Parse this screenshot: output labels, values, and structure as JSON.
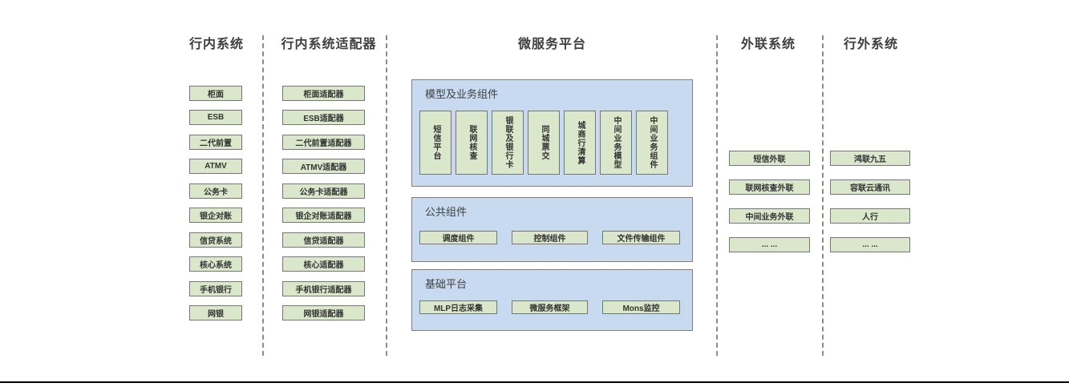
{
  "diagram": {
    "columns": [
      {
        "title": "行内系统",
        "items": [
          "柜面",
          "ESB",
          "二代前置",
          "ATMV",
          "公务卡",
          "银企对账",
          "信贷系统",
          "核心系统",
          "手机银行",
          "网银"
        ]
      },
      {
        "title": "行内系统适配器",
        "items": [
          "柜面适配器",
          "ESB适配器",
          "二代前置适配器",
          "ATMV适配器",
          "公务卡适配器",
          "银企对账适配器",
          "信贷适配器",
          "核心适配器",
          "手机银行适配器",
          "网银适配器"
        ]
      },
      {
        "title": "微服务平台",
        "sections": [
          {
            "label": "模型及业务组件",
            "items": [
              "短信平台",
              "联网核查",
              "银联及银行卡",
              "同城票交",
              "城商行清算",
              "中间业务模型",
              "中间业务组件"
            ]
          },
          {
            "label": "公共组件",
            "items": [
              "调度组件",
              "控制组件",
              "文件传输组件"
            ]
          },
          {
            "label": "基础平台",
            "items": [
              "MLP日志采集",
              "微服务框架",
              "Mons监控"
            ]
          }
        ]
      },
      {
        "title": "外联系统",
        "items": [
          "短信外联",
          "联网核查外联",
          "中间业务外联",
          "... ..."
        ]
      },
      {
        "title": "行外系统",
        "items": [
          "鸿联九五",
          "容联云通讯",
          "人行",
          "... ..."
        ]
      }
    ],
    "colors": {
      "green_fill": "#dbe7cb",
      "blue_fill": "#c7daf0",
      "box_border": "#7f7f7f",
      "header_text": "#3f3f3f",
      "divider": "#8c8c8c",
      "bottom_rule": "#000000"
    }
  }
}
